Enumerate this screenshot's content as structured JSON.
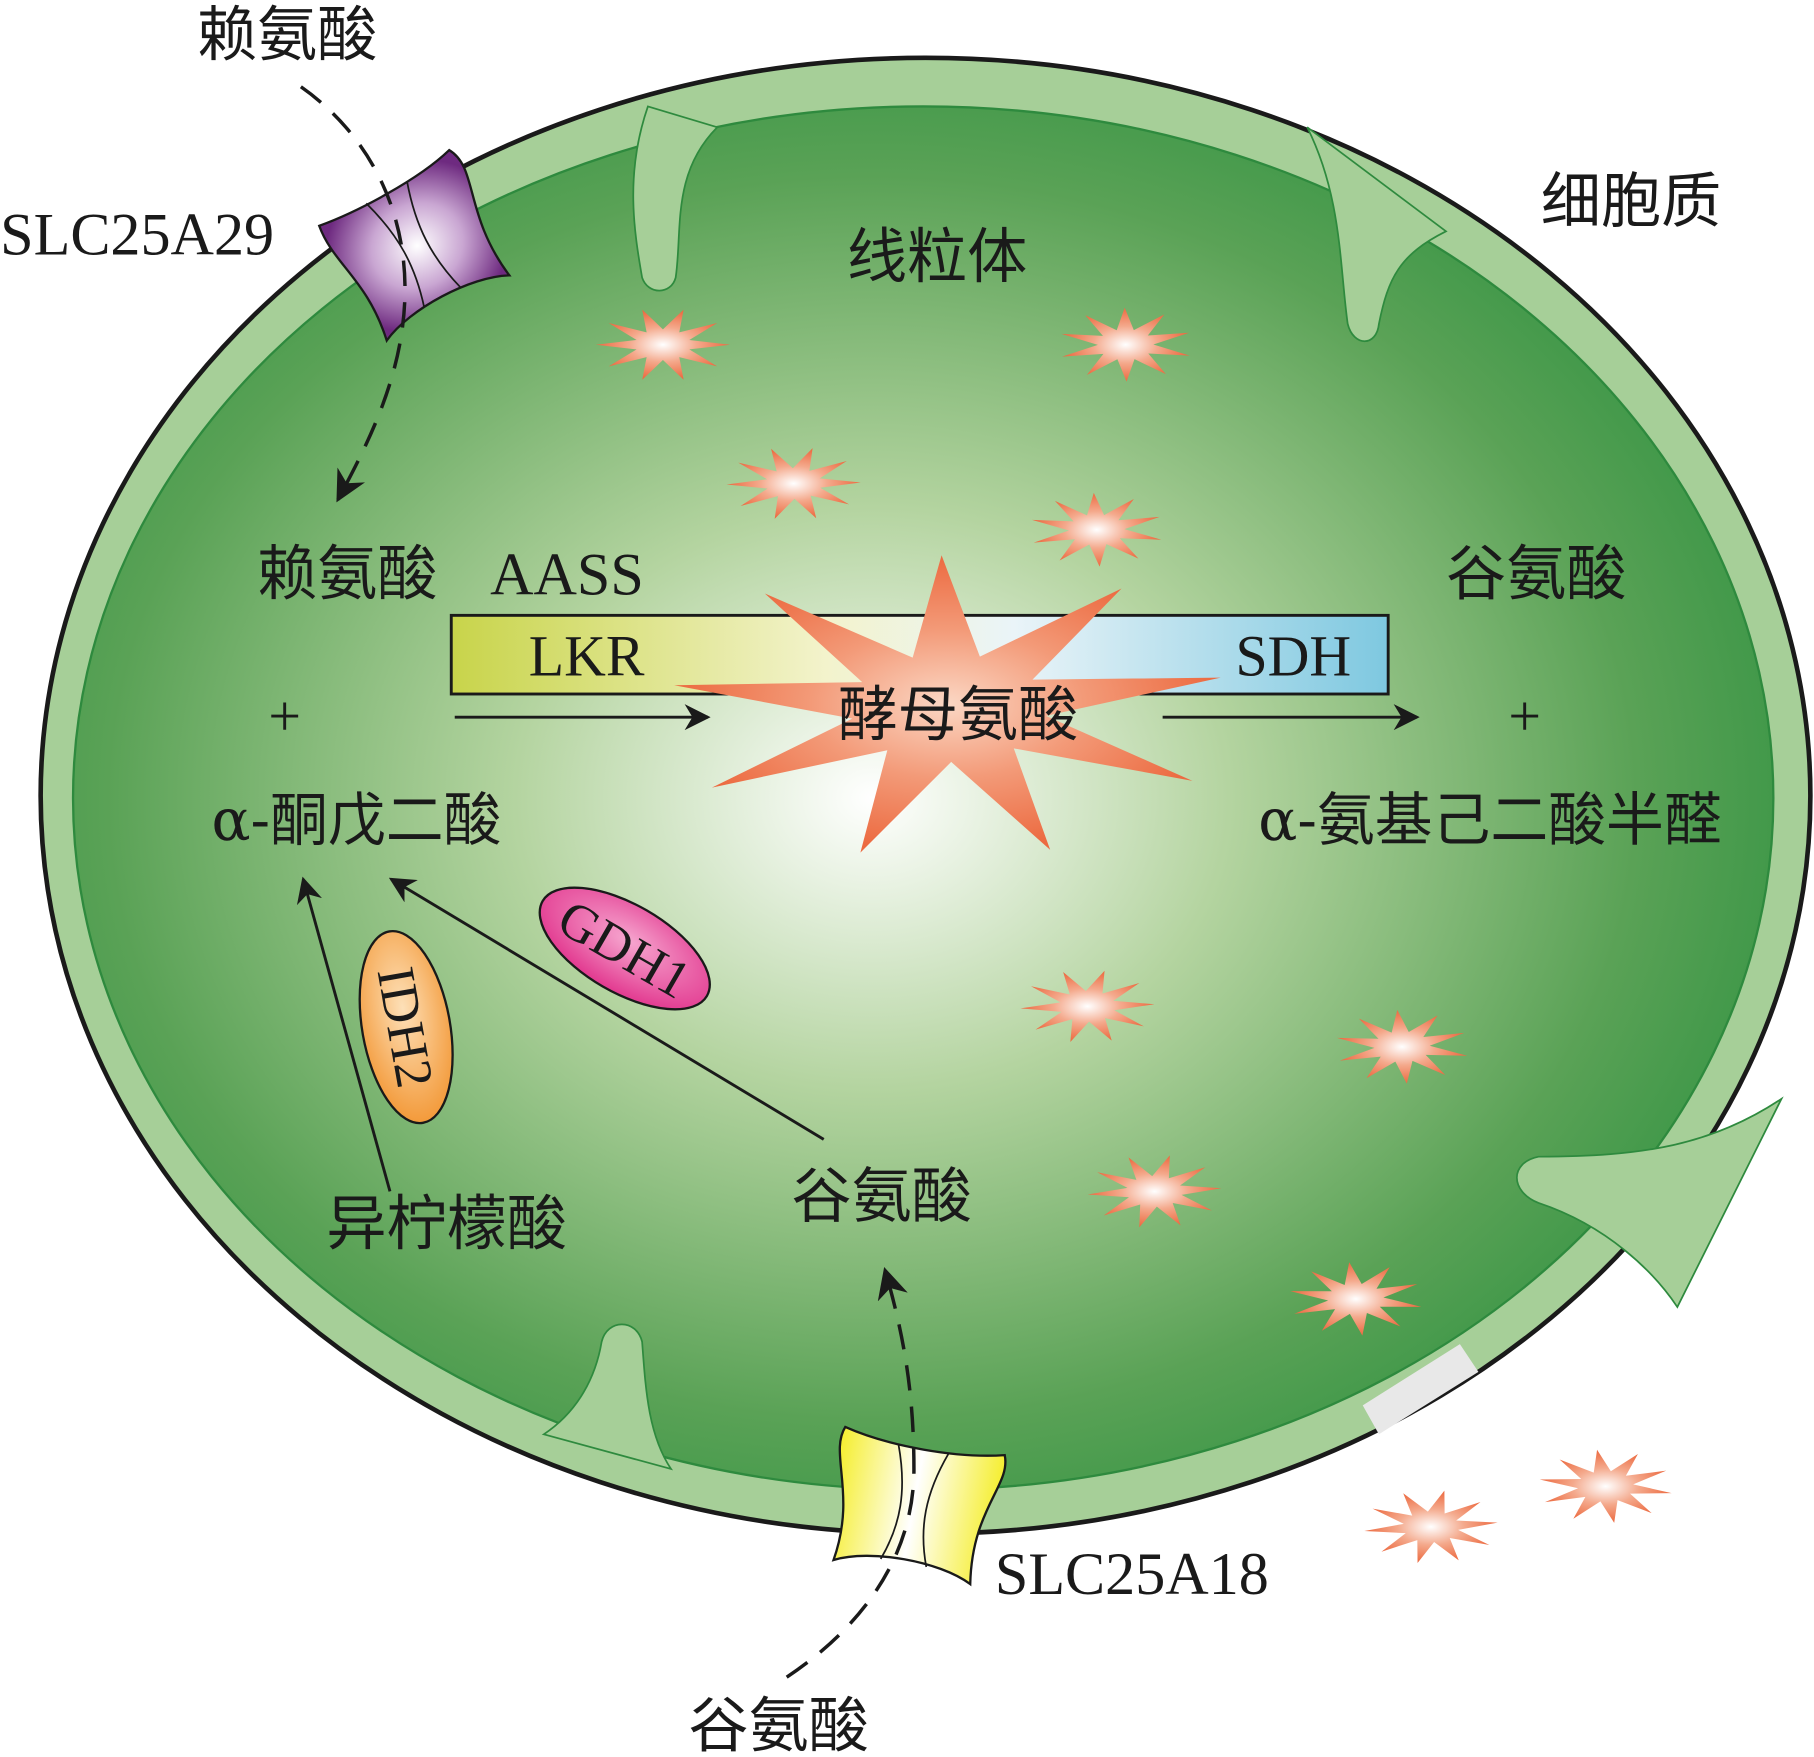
{
  "labels": {
    "cytoplasm": "细胞质",
    "mitochondrion": "线粒体",
    "lysine_outside": "赖氨酸",
    "slc25a29": "SLC25A29",
    "lysine_inside": "赖氨酸",
    "aass": "AASS",
    "glutamate_right": "谷氨酸",
    "lkr": "LKR",
    "sdh": "SDH",
    "plus_left": "+",
    "plus_right": "+",
    "saccharopine": "酵母氨酸",
    "alpha_ketoglutarate": "α-酮戊二酸",
    "aminoadipic_semialdehyde": "α-氨基己二酸半醛",
    "gdh1": "GDH1",
    "idh2": "IDH2",
    "isocitrate": "异柠檬酸",
    "glutamate_inside": "谷氨酸",
    "slc25a18": "SLC25A18",
    "glutamate_outside": "谷氨酸"
  },
  "colors": {
    "outer_membrane": "#a6cf98",
    "matrix_dark": "#2e9140",
    "matrix_center": "#ffffff",
    "lkr_color": "#c8d44a",
    "sdh_color": "#7ec8e0",
    "star_color": "#ee6f47",
    "gdh1_color": "#e2388f",
    "idh2_color": "#f39a3a",
    "slc25a29_color": "#7e3a8c",
    "slc25a18_color": "#f5ee30"
  }
}
